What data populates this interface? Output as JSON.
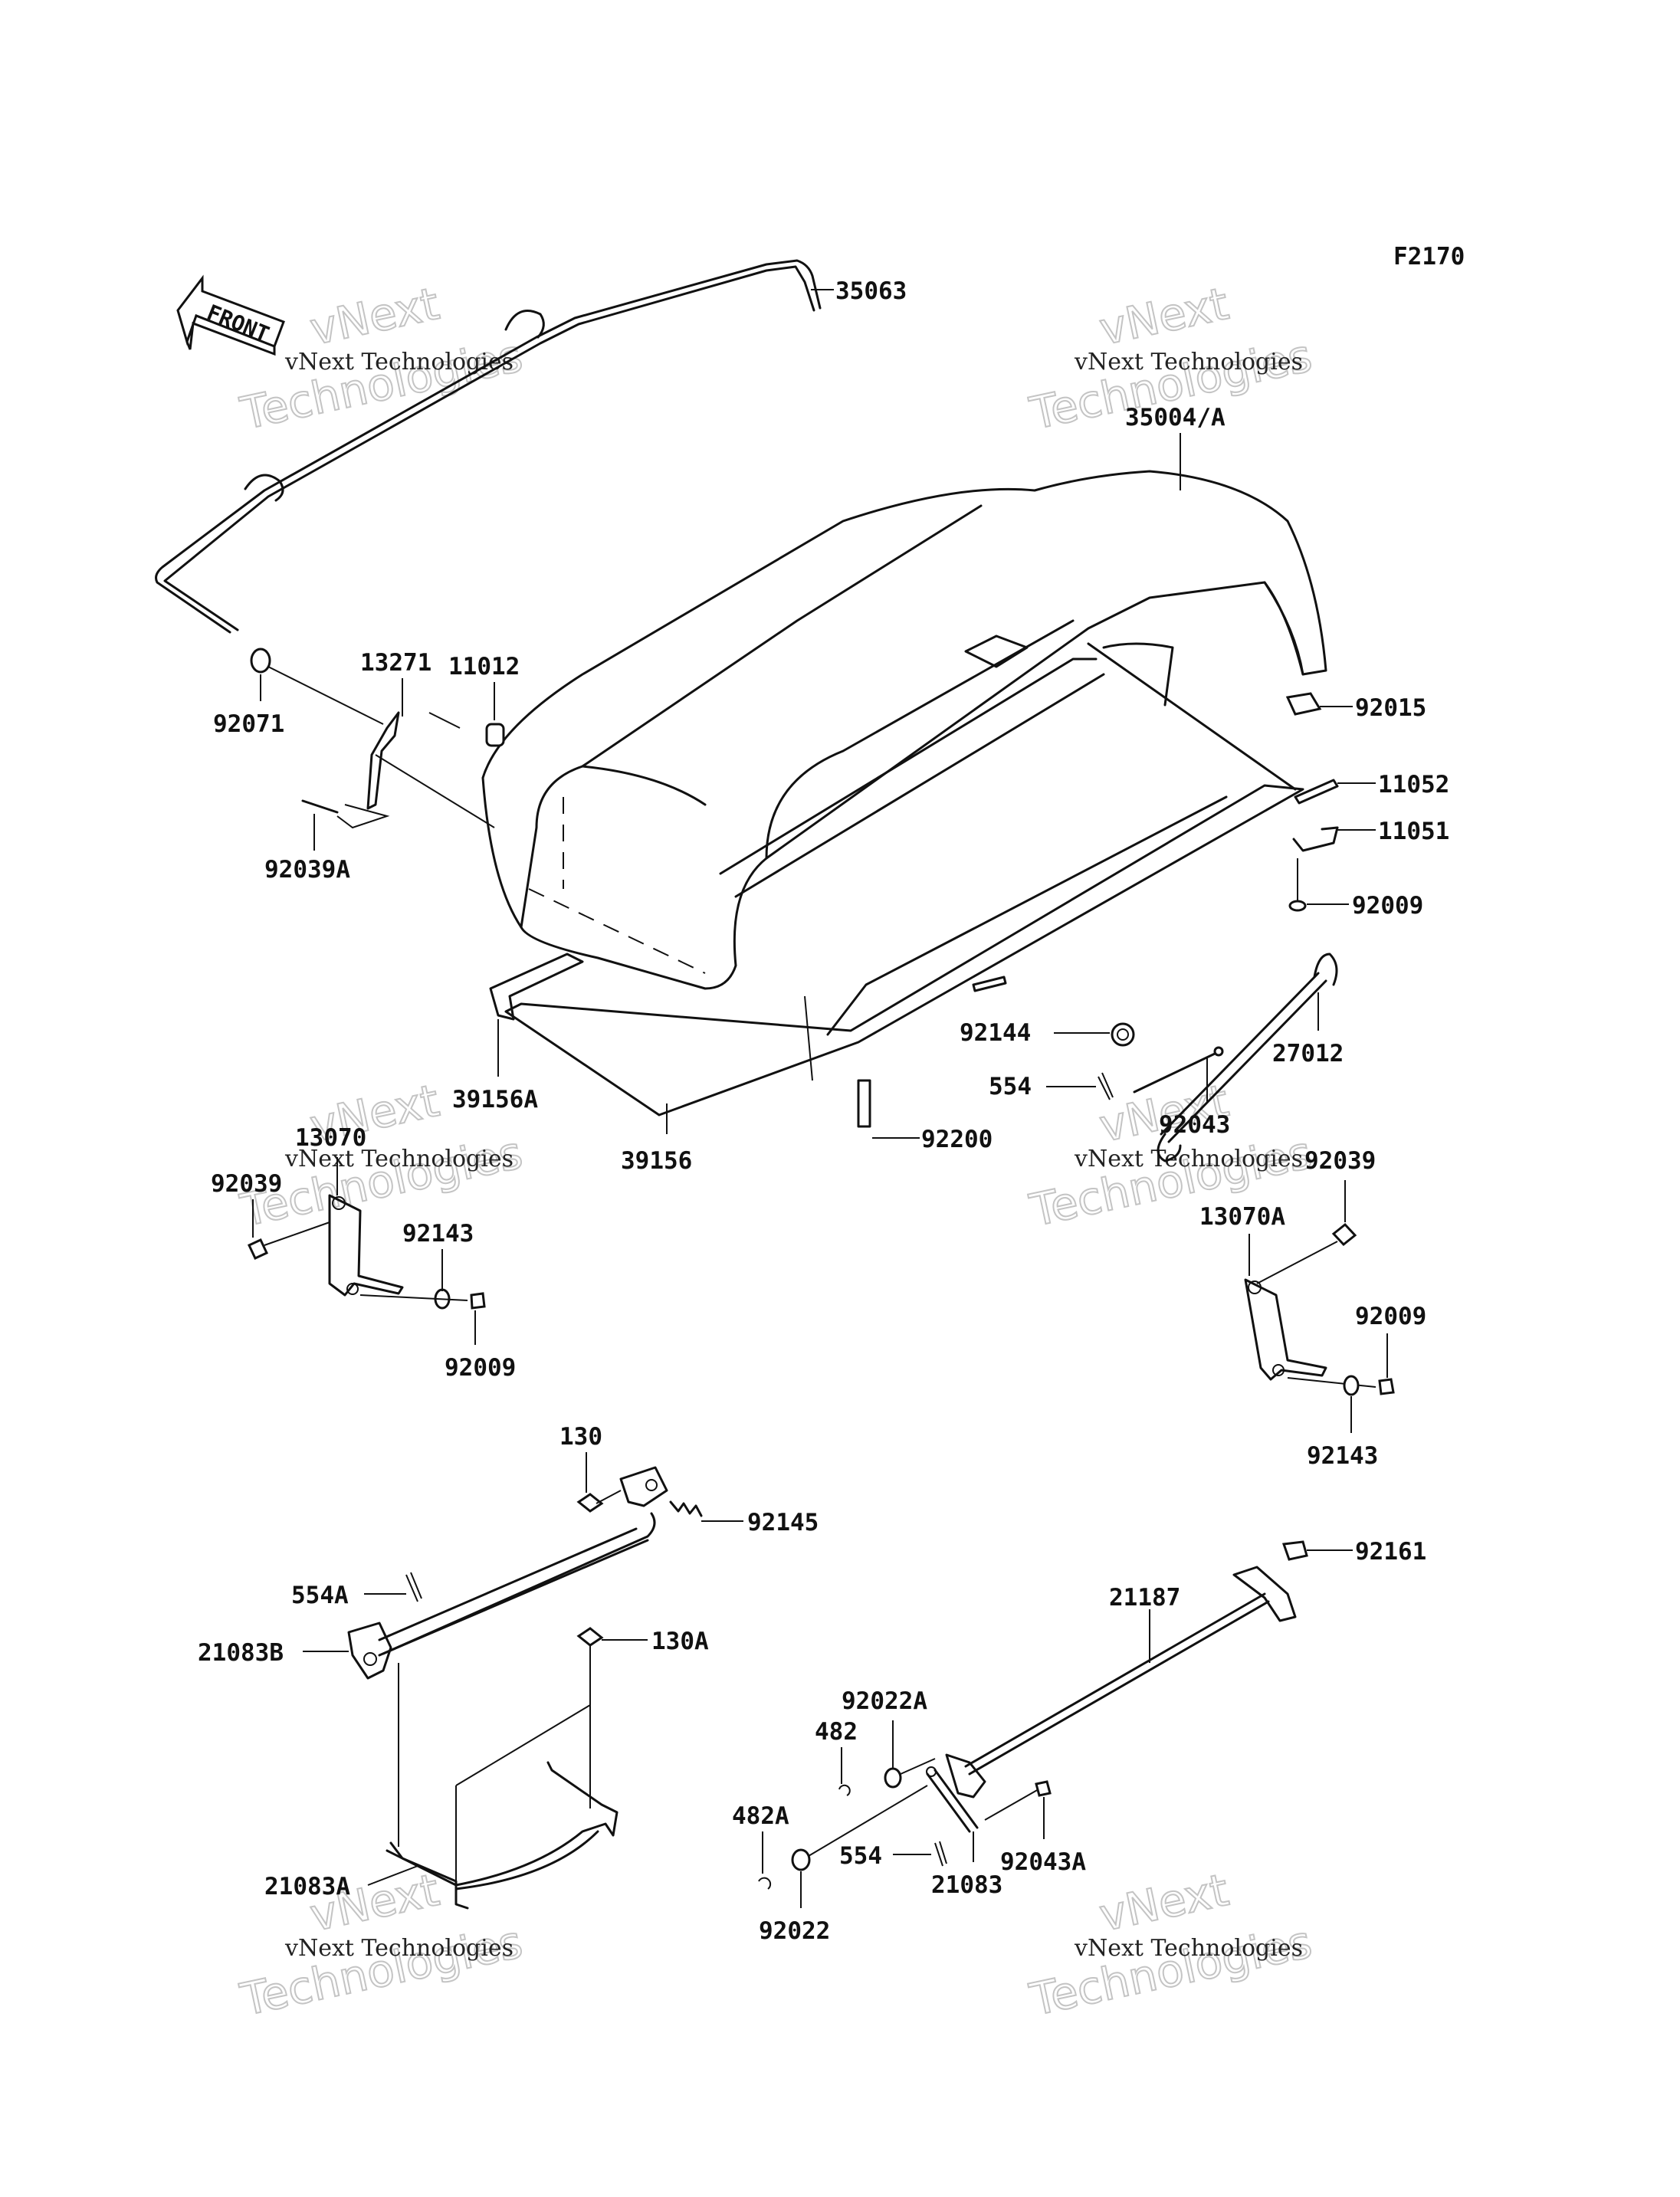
{
  "figure_code": "F2170",
  "front_arrow": {
    "label": "FRONT"
  },
  "watermark": {
    "line1": "vNext Technologies",
    "line2": "vNext",
    "line3": "Technologies"
  },
  "parts": {
    "p35063": "35063",
    "p35004A": "35004/A",
    "p13271": "13271",
    "p11012": "11012",
    "p92071": "92071",
    "p92039A": "92039A",
    "p92015": "92015",
    "p11052": "11052",
    "p11051": "11051",
    "p92009_a": "92009",
    "p92144": "92144",
    "p27012": "27012",
    "p554_a": "554",
    "p92043": "92043",
    "p39156A": "39156A",
    "p39156": "39156",
    "p92200": "92200",
    "p13070": "13070",
    "p92039_l": "92039",
    "p92143_l": "92143",
    "p92009_l": "92009",
    "p92039_r": "92039",
    "p13070A": "13070A",
    "p92009_r": "92009",
    "p92143_r": "92143",
    "p130": "130",
    "p92145": "92145",
    "p554A": "554A",
    "p21083B": "21083B",
    "p130A": "130A",
    "p21083A": "21083A",
    "p92161": "92161",
    "p21187": "21187",
    "p92022A": "92022A",
    "p482": "482",
    "p482A": "482A",
    "p554_b": "554",
    "p92043A": "92043A",
    "p21083": "21083",
    "p92022": "92022"
  }
}
